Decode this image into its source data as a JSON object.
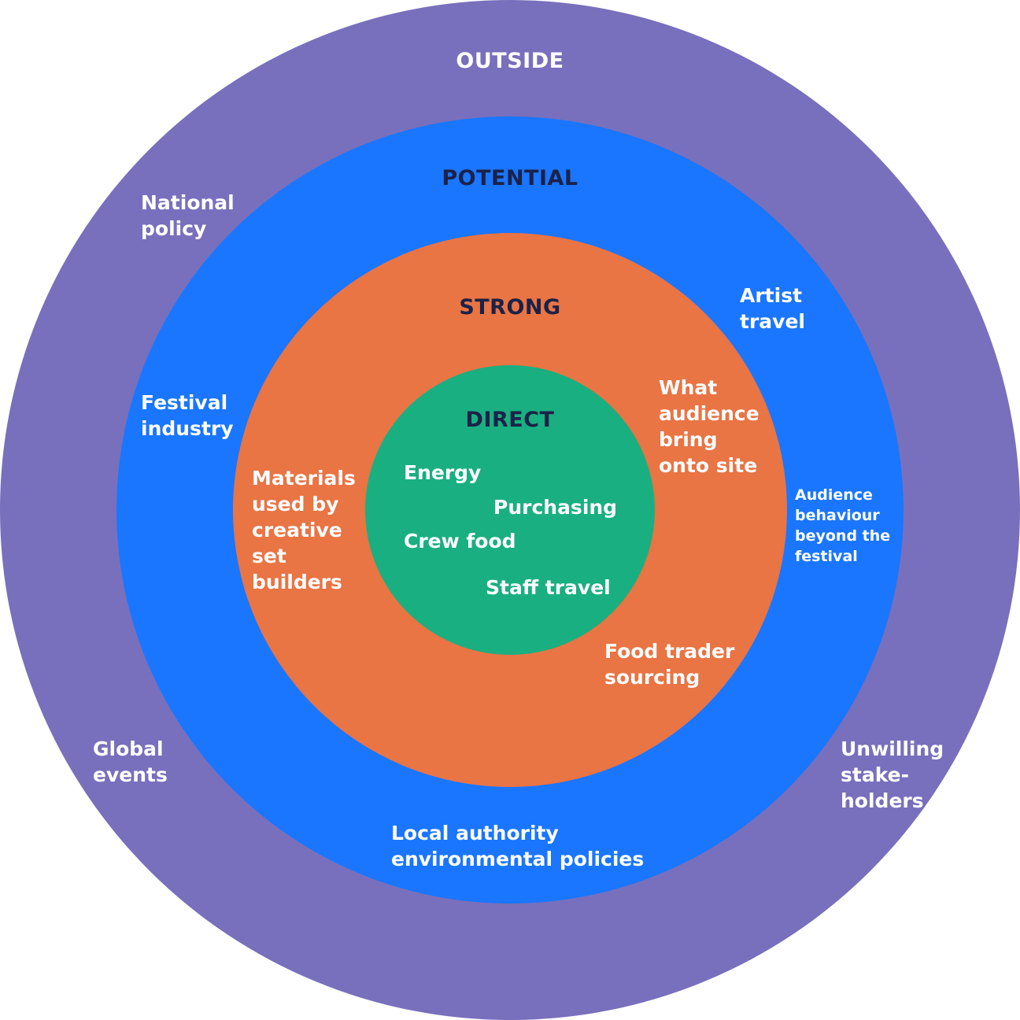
{
  "colors": {
    "outside": "#7870bc",
    "potential": "#1a76ff",
    "strong": "#e97444",
    "direct": "#1aaf80",
    "heading_dark": "#1b2248",
    "label_text": "#ffffff"
  },
  "rings": {
    "outside": {
      "title": "OUTSIDE",
      "items": [
        "National\npolicy",
        "Global\nevents",
        "Unwilling\nstake-\nholders"
      ]
    },
    "potential": {
      "title": "POTENTIAL",
      "items": [
        "Artist\ntravel",
        "Festival\nindustry",
        "Audience\nbehaviour\nbeyond the\nfestival",
        "Local authority\nenvironmental policies"
      ]
    },
    "strong": {
      "title": "STRONG",
      "items": [
        "What\naudience\nbring\nonto site",
        "Materials\nused by\ncreative\nset\nbuilders",
        "Food trader\nsourcing"
      ]
    },
    "direct": {
      "title": "DIRECT",
      "items": [
        "Energy",
        "Purchasing",
        "Crew food",
        "Staff travel"
      ]
    }
  }
}
